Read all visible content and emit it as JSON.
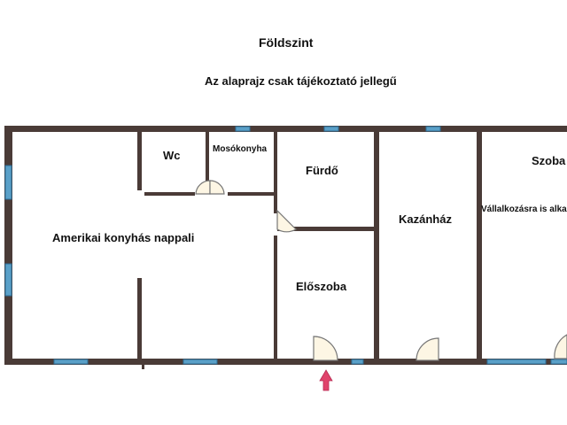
{
  "header": {
    "title": "Földszint",
    "note": "Az alaprajz csak tájékoztató jellegű"
  },
  "rooms": {
    "wc": "Wc",
    "laundry": "Mosókonyha",
    "bathroom": "Fürdő",
    "living": "Amerikai konyhás nappali",
    "boiler": "Kazánház",
    "hall": "Előszoba",
    "room": "Szoba",
    "room_note": "Vállalkozásra is alkalmas"
  },
  "colors": {
    "wall": "#4a3b37",
    "window": "#5aa0c8",
    "entrance_arrow": "#e0436b"
  }
}
